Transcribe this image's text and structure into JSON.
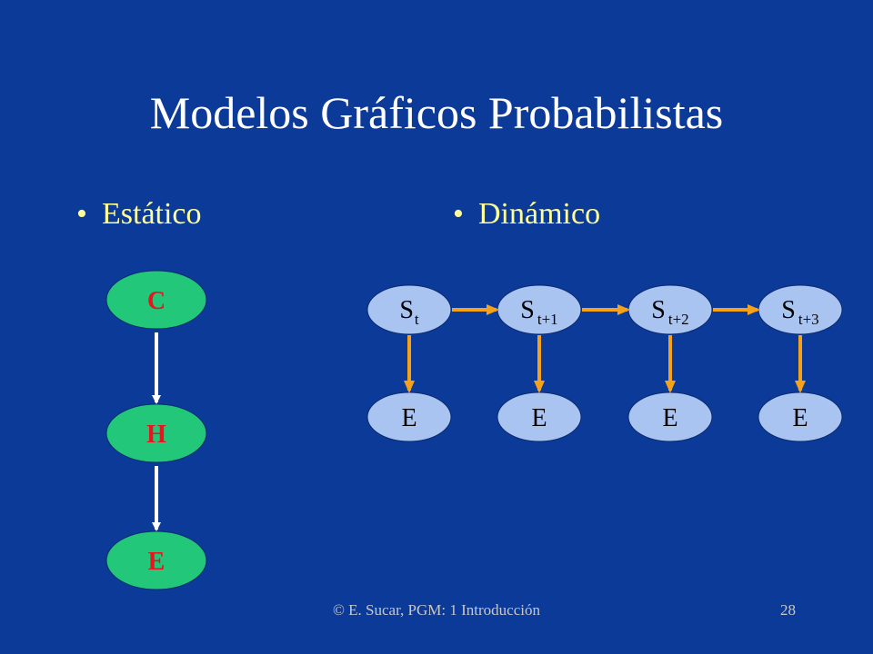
{
  "slide": {
    "title": "Modelos Gráficos Probabilistas",
    "bullets": {
      "static": "Estático",
      "dynamic": "Dinámico"
    },
    "footer": "© E. Sucar, PGM: 1 Introducción",
    "page_number": "28"
  },
  "static_model": {
    "nodes": [
      "C",
      "H",
      "E"
    ],
    "node_fill": "#22c77a",
    "node_text_color": "#e8141e",
    "arrow_color": "#ffffff"
  },
  "dynamic_model": {
    "state_nodes": [
      {
        "base": "S",
        "sub": "t"
      },
      {
        "base": "S",
        "sub": "t+1"
      },
      {
        "base": "S",
        "sub": "t+2"
      },
      {
        "base": "S",
        "sub": "t+3"
      }
    ],
    "evidence_nodes": [
      "E",
      "E",
      "E",
      "E"
    ],
    "node_fill": "#a9c4f0",
    "node_text_color": "#000000",
    "arrow_color": "#f5a11a"
  },
  "colors": {
    "background": "#0b3a98",
    "title": "#ffffff",
    "bullet_text": "#ffff99",
    "footer": "#c8c8c8"
  }
}
